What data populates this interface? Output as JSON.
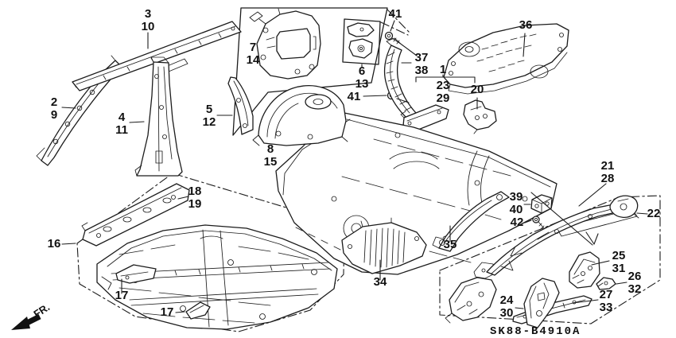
{
  "diagram": {
    "code": "SK88-B4910A",
    "direction_label": "FR.",
    "line_color": "#1c1c1c",
    "background_color": "#ffffff",
    "description": "Exploded body/floor panel parts diagram with numbered callouts"
  },
  "callouts": {
    "c3": {
      "label": "3"
    },
    "c10": {
      "label": "10"
    },
    "c2": {
      "label": "2"
    },
    "c9": {
      "label": "9"
    },
    "c4": {
      "label": "4"
    },
    "c11": {
      "label": "11"
    },
    "c5": {
      "label": "5"
    },
    "c12": {
      "label": "12"
    },
    "c7": {
      "label": "7"
    },
    "c14": {
      "label": "14"
    },
    "c6": {
      "label": "6"
    },
    "c13": {
      "label": "13"
    },
    "c41a": {
      "label": "41"
    },
    "c41b": {
      "label": "41"
    },
    "c37": {
      "label": "37"
    },
    "c38": {
      "label": "38"
    },
    "c36": {
      "label": "36"
    },
    "c1": {
      "label": "1"
    },
    "c23": {
      "label": "23"
    },
    "c29": {
      "label": "29"
    },
    "c20": {
      "label": "20"
    },
    "c8": {
      "label": "8"
    },
    "c15": {
      "label": "15"
    },
    "c21": {
      "label": "21"
    },
    "c28": {
      "label": "28"
    },
    "c39": {
      "label": "39"
    },
    "c40": {
      "label": "40"
    },
    "c42": {
      "label": "42"
    },
    "c22": {
      "label": "22"
    },
    "c35": {
      "label": "35"
    },
    "c16": {
      "label": "16"
    },
    "c18": {
      "label": "18"
    },
    "c19": {
      "label": "19"
    },
    "c17a": {
      "label": "17"
    },
    "c17b": {
      "label": "17"
    },
    "c34": {
      "label": "34"
    },
    "c24": {
      "label": "24"
    },
    "c30": {
      "label": "30"
    },
    "c25": {
      "label": "25"
    },
    "c31": {
      "label": "31"
    },
    "c26": {
      "label": "26"
    },
    "c32": {
      "label": "32"
    },
    "c27": {
      "label": "27"
    },
    "c33": {
      "label": "33"
    }
  }
}
